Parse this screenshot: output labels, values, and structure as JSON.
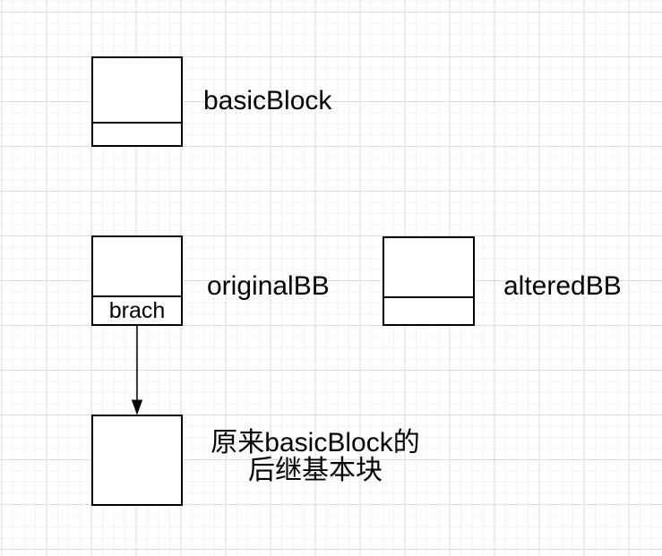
{
  "diagram": {
    "nodes": {
      "basic_block": {
        "label": "basicBlock",
        "sub_label": ""
      },
      "original_bb": {
        "label": "originalBB",
        "sub_label": "brach"
      },
      "altered_bb": {
        "label": "alteredBB",
        "sub_label": ""
      },
      "successor": {
        "label": "原来basicBlock的\n后继基本块"
      }
    },
    "edges": [
      {
        "from": "original_bb",
        "to": "successor",
        "style": "arrow-down"
      }
    ],
    "colors": {
      "shape_stroke": "#000000",
      "shape_fill": "#ffffff",
      "text": "#000000",
      "grid_minor": "#f3f3f3",
      "grid_major": "#dbdbdb",
      "canvas_background": "#ffffff"
    }
  }
}
